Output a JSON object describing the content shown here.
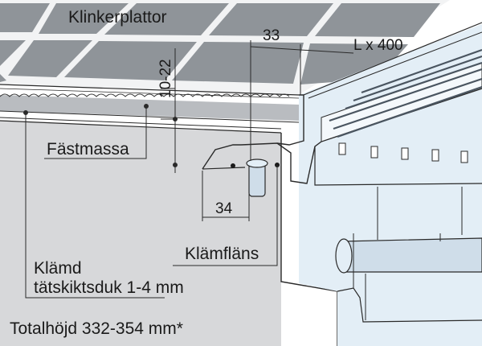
{
  "labels": {
    "tiles": "Klinkerplattor",
    "adhesive": "Fästmassa",
    "clamp_flange": "Klämfläns",
    "membrane_line1": "Klämd",
    "membrane_line2": "tätskiktsduk 1-4 mm",
    "total_height": "Totalhöjd 332-354 mm*"
  },
  "dimensions": {
    "flange_top": "33",
    "length": "L x 400",
    "tile_thickness": "10-22",
    "flange_width": "34"
  },
  "colors": {
    "tile": "#8f9499",
    "grout": "#f2f3f4",
    "concrete": "#d7d8da",
    "steel": "#e3eef6",
    "steel_shadow": "#b7c7d6",
    "outline": "#2a2a2a"
  }
}
